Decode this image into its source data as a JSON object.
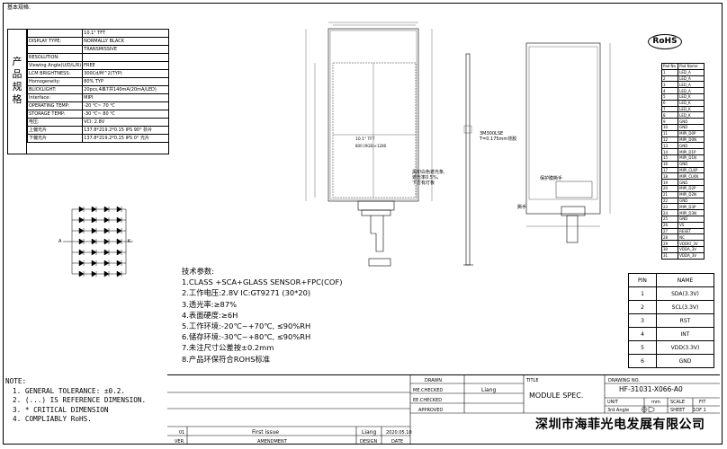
{
  "header": {
    "title": "基本规格:"
  },
  "spec": {
    "side_label": [
      "产",
      "品",
      "规",
      "格"
    ],
    "rows": [
      {
        "label": "",
        "value": "10.1\" TFT"
      },
      {
        "label": "DISPLAY TYPE:",
        "value": "NORMALLY BLACK"
      },
      {
        "label": "",
        "value": "TRANSMISSIVE"
      },
      {
        "label": "RESOLUTION:",
        "value": ""
      },
      {
        "label": "Viewing Angle(U/D/L/R)",
        "value": "FREE"
      },
      {
        "label": "LCM BRIGHTNESS:",
        "value": "300Cd/M^2(TYP)"
      },
      {
        "label": "Homogeneity:",
        "value": "80% TYP"
      },
      {
        "label": "BLICKLIGHT:",
        "value": "20pcs,4串7并140mA(20mA/LED)"
      },
      {
        "label": "Interface:",
        "value": "MIPI"
      },
      {
        "label": "OPERATING TEMP:",
        "value": "-20 ℃~ 70 ℃"
      },
      {
        "label": "STORAGE TEMP:",
        "value": "-30 ℃~ 80 ℃"
      },
      {
        "label": "电压:",
        "value": "VCI: 2.8V"
      },
      {
        "label": "上偏光片",
        "value": "137.8*219.2*0.15 IPS 90° 砂片"
      },
      {
        "label": "下偏光片",
        "value": "137.8*219.2*0.15 IPS 0° 光片"
      }
    ]
  },
  "circuit": {
    "a_label": "A",
    "k_label": "K"
  },
  "drawing": {
    "aa_size": "10.1\" TFT",
    "resolution": "800 (RGB)×1280",
    "tape_note_1": "3M300LSE",
    "tape_note_2": "T=0.175mm背胶",
    "cover_note_1": "黑印白色遮光条,",
    "cover_note_2": "遮光率0.5%,",
    "cover_note_3": "下方有灯板",
    "protect_label": "保护膜撕手",
    "tab_label": "撕手"
  },
  "rohs": "RoHS",
  "pad_table": {
    "headers": [
      "Pad No.",
      "Pad Name"
    ],
    "rows": [
      [
        "1",
        "LED_A"
      ],
      [
        "2",
        "LED_A"
      ],
      [
        "3",
        "LED_A"
      ],
      [
        "4",
        "LED_A"
      ],
      [
        "5",
        "LED_K"
      ],
      [
        "6",
        "LED_K"
      ],
      [
        "7",
        "LED_K"
      ],
      [
        "8",
        "LED_K"
      ],
      [
        "9",
        "GND"
      ],
      [
        "10",
        "GND"
      ],
      [
        "11",
        "MIPI_D0P"
      ],
      [
        "12",
        "MIPI_D0N"
      ],
      [
        "13",
        "GND"
      ],
      [
        "14",
        "MIPI_D1P"
      ],
      [
        "15",
        "MIPI_D1N"
      ],
      [
        "16",
        "GND"
      ],
      [
        "17",
        "MIPI_CLKP"
      ],
      [
        "18",
        "MIPI_CLKN"
      ],
      [
        "19",
        "GND"
      ],
      [
        "20",
        "MIPI_D2P"
      ],
      [
        "21",
        "MIPI_D2N"
      ],
      [
        "22",
        "GND"
      ],
      [
        "23",
        "MIPI_D3P"
      ],
      [
        "24",
        "MIPI_D3N"
      ],
      [
        "25",
        "GND"
      ],
      [
        "26",
        "VS"
      ],
      [
        "27",
        "RESET"
      ],
      [
        "28",
        "NC"
      ],
      [
        "29",
        "VDDIO_3V"
      ],
      [
        "30",
        "VDDA_3V"
      ],
      [
        "31",
        "VDDA_3V"
      ]
    ]
  },
  "pin_table": {
    "headers": [
      "PIN",
      "NAME"
    ],
    "rows": [
      [
        "1",
        "SDA(3.3V)"
      ],
      [
        "2",
        "SCL(3.3V)"
      ],
      [
        "3",
        "RST"
      ],
      [
        "4",
        "INT"
      ],
      [
        "5",
        "VDD(3.3V)"
      ],
      [
        "6",
        "GND"
      ]
    ]
  },
  "tech": {
    "title": "技术参数:",
    "items": [
      "1.CLASS +SCA+GLASS SENSOR+FPC(COF)",
      "2.工作电压:2.8V  IC:GT9271 (30*20)",
      "3.透光率:≥87%",
      "4.表面硬度:≥6H",
      "5.工作环境:-20℃~+70℃, ≤90%RH",
      "6.储存环境:-30℃~+80℃, ≤90%RH",
      "7.未注尺寸公差按±0.2mm",
      "8.产品环保符合ROHS标准"
    ]
  },
  "notes": {
    "title": "NOTE:",
    "items": [
      "1. GENERAL TOLERANCE: ±0.2.",
      "2. (...) IS REFERENCE DIMENSION.",
      "3. * CRITICAL DIMENSION",
      "4. COMPLIABLY RoHS."
    ]
  },
  "title_block": {
    "drawn": "DRAWN",
    "me_checked": "ME.CHECKED",
    "ee_checked": "EE.CHECKED",
    "approved": "APPROVED",
    "checker": "Liang",
    "title_label": "TITLE",
    "module_spec": "MODULE SPEC.",
    "drawing_no_label": "DRAWING NO.",
    "drawing_no": "HF-31031-X066-A0",
    "unit_label": "UNIT",
    "unit_value": "mm",
    "scale_label": "SCALE",
    "fit_label": "FIT",
    "angle": "3rd Angle",
    "sheet": "SHEET",
    "sheet_value": "1OF 1",
    "company": "深圳市海菲光电发展有限公司",
    "rev_no": "01",
    "rev_desc": "First issue",
    "rev_by": "Liang",
    "rev_date": "2020.05.10",
    "ver_label": "VER.",
    "amendment_label": "AMENDMENT",
    "design_label": "DESIGN",
    "date_label": "DATE"
  }
}
